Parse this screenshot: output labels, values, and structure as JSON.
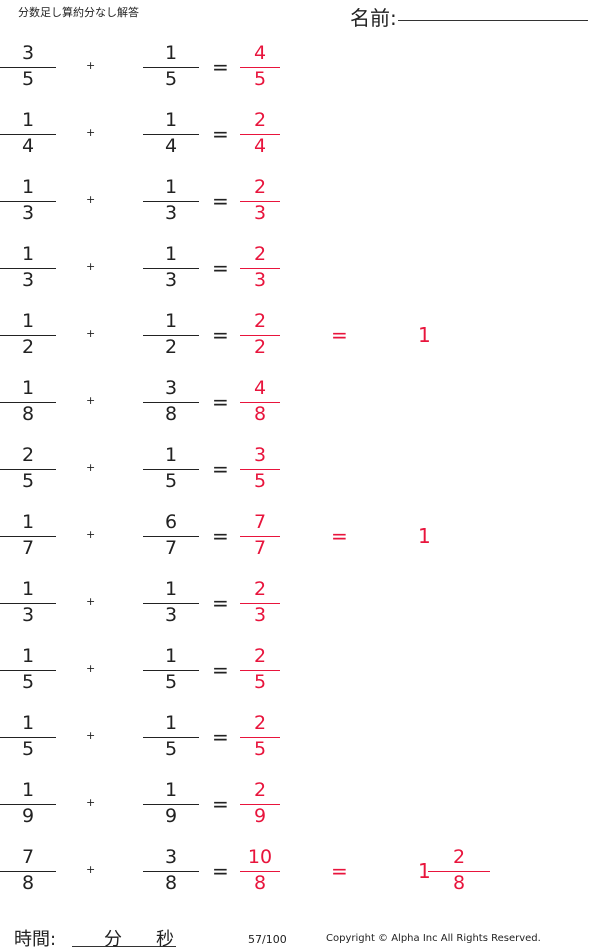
{
  "header": {
    "title": "分数足し算約分なし解答",
    "name_label": "名前:",
    "name_dot": "."
  },
  "problems": [
    {
      "a_num": "3",
      "a_den": "5",
      "op": "+",
      "b_num": "1",
      "b_den": "5",
      "eq": "=",
      "c_num": "4",
      "c_den": "5"
    },
    {
      "a_num": "1",
      "a_den": "4",
      "op": "+",
      "b_num": "1",
      "b_den": "4",
      "eq": "=",
      "c_num": "2",
      "c_den": "4"
    },
    {
      "a_num": "1",
      "a_den": "3",
      "op": "+",
      "b_num": "1",
      "b_den": "3",
      "eq": "=",
      "c_num": "2",
      "c_den": "3"
    },
    {
      "a_num": "1",
      "a_den": "3",
      "op": "+",
      "b_num": "1",
      "b_den": "3",
      "eq": "=",
      "c_num": "2",
      "c_den": "3"
    },
    {
      "a_num": "1",
      "a_den": "2",
      "op": "+",
      "b_num": "1",
      "b_den": "2",
      "eq": "=",
      "c_num": "2",
      "c_den": "2",
      "eq2": "=",
      "whole": "1"
    },
    {
      "a_num": "1",
      "a_den": "8",
      "op": "+",
      "b_num": "3",
      "b_den": "8",
      "eq": "=",
      "c_num": "4",
      "c_den": "8"
    },
    {
      "a_num": "2",
      "a_den": "5",
      "op": "+",
      "b_num": "1",
      "b_den": "5",
      "eq": "=",
      "c_num": "3",
      "c_den": "5"
    },
    {
      "a_num": "1",
      "a_den": "7",
      "op": "+",
      "b_num": "6",
      "b_den": "7",
      "eq": "=",
      "c_num": "7",
      "c_den": "7",
      "eq2": "=",
      "whole": "1"
    },
    {
      "a_num": "1",
      "a_den": "3",
      "op": "+",
      "b_num": "1",
      "b_den": "3",
      "eq": "=",
      "c_num": "2",
      "c_den": "3"
    },
    {
      "a_num": "1",
      "a_den": "5",
      "op": "+",
      "b_num": "1",
      "b_den": "5",
      "eq": "=",
      "c_num": "2",
      "c_den": "5"
    },
    {
      "a_num": "1",
      "a_den": "5",
      "op": "+",
      "b_num": "1",
      "b_den": "5",
      "eq": "=",
      "c_num": "2",
      "c_den": "5"
    },
    {
      "a_num": "1",
      "a_den": "9",
      "op": "+",
      "b_num": "1",
      "b_den": "9",
      "eq": "=",
      "c_num": "2",
      "c_den": "9"
    },
    {
      "a_num": "7",
      "a_den": "8",
      "op": "+",
      "b_num": "3",
      "b_den": "8",
      "eq": "=",
      "c_num": "10",
      "c_den": "8",
      "eq2": "=",
      "whole": "1",
      "r_num": "2",
      "r_den": "8"
    }
  ],
  "footer": {
    "time_label": "時間:",
    "minutes": "分",
    "seconds": "秒",
    "page": "57/100",
    "copyright": "Copyright © Alpha Inc All Rights Reserved."
  },
  "colors": {
    "answer": "#e8143c",
    "text": "#222222"
  }
}
